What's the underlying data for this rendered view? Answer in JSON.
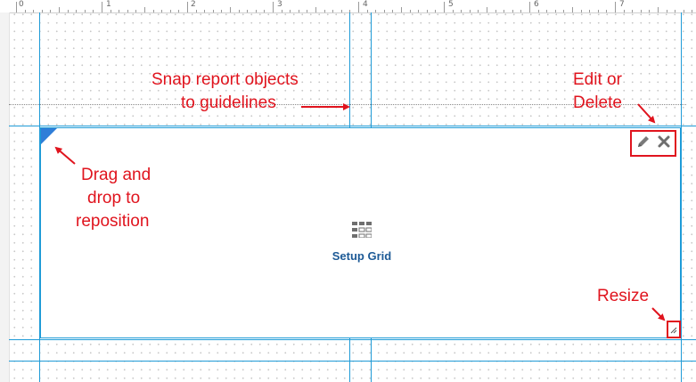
{
  "ruler": {
    "marks": [
      "0",
      "1",
      "2",
      "3",
      "4",
      "5",
      "6",
      "7"
    ]
  },
  "widget": {
    "setup_label": "Setup Grid",
    "edit_icon": "pencil-icon",
    "delete_icon": "close-icon",
    "grid_icon": "grid-icon",
    "resize_icon": "resize-grip-icon"
  },
  "annotations": {
    "snap_line1": "Snap report objects",
    "snap_line2": "to guidelines",
    "edit_line1": "Edit or",
    "edit_line2": "Delete",
    "drag_line1": "Drag and",
    "drag_line2": "drop to",
    "drag_line3": "reposition",
    "resize": "Resize"
  },
  "colors": {
    "guideline": "#1f9bd7",
    "annotation": "#e0141e",
    "handle": "#2f7ed8",
    "setup_text": "#1d5a96"
  }
}
